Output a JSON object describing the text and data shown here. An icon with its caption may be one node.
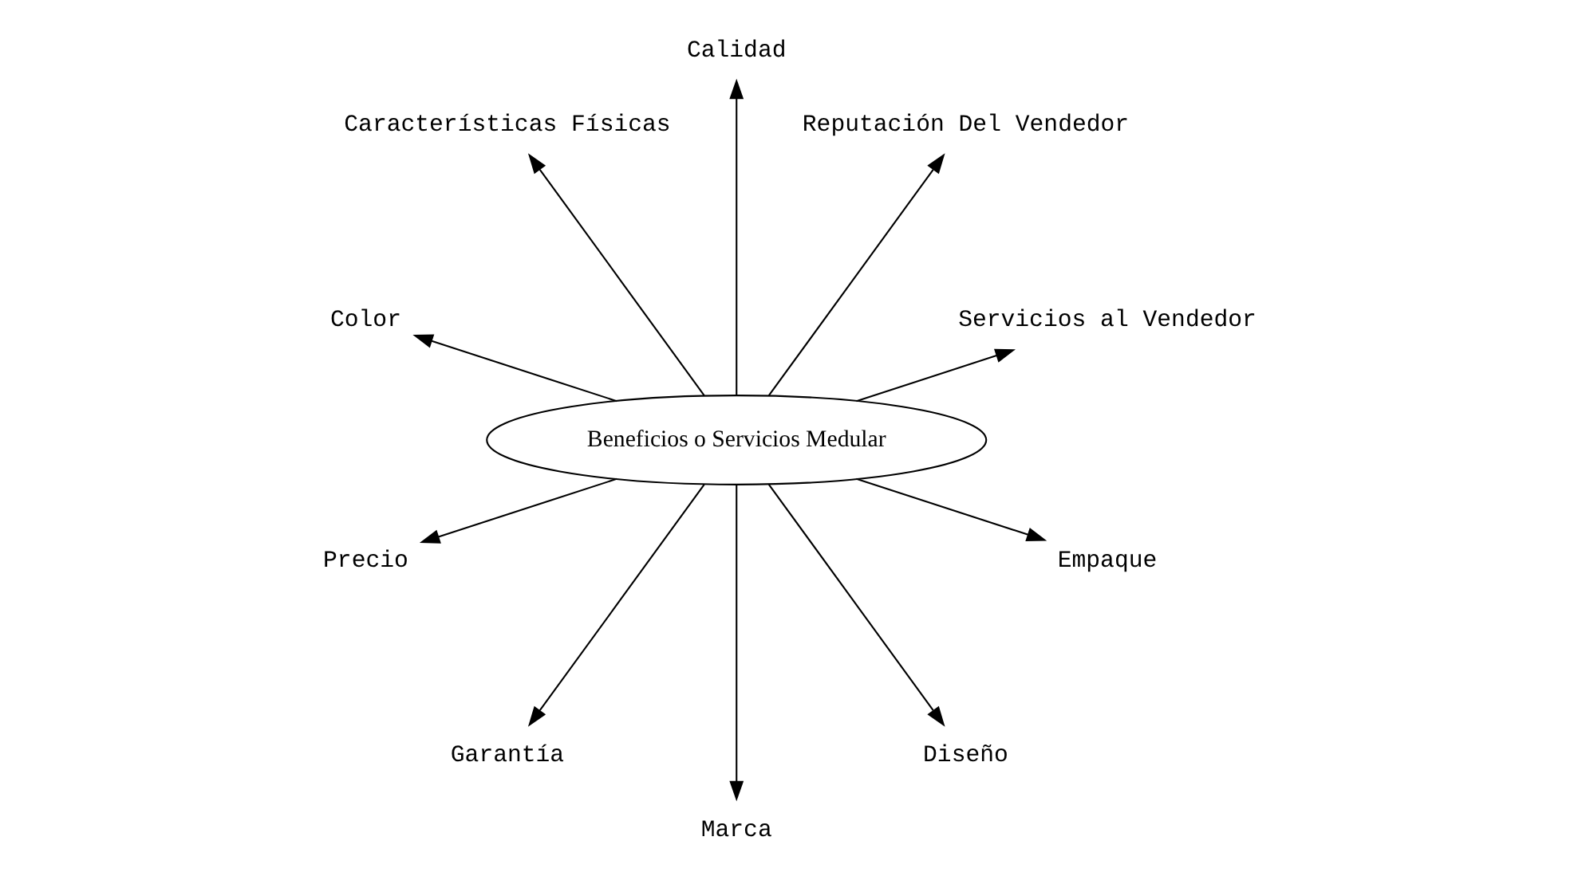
{
  "diagram": {
    "nodes": [
      {
        "text": [
          "Beneficios o Servicios Medular"
        ]
      },
      {
        "text": [
          "Servicios al Vendedor"
        ]
      },
      {
        "text": [
          "Reputación Del Vendedor"
        ]
      },
      {
        "text": [
          "Calidad"
        ]
      },
      {
        "text": [
          "Características Físicas"
        ]
      },
      {
        "text": [
          "Color"
        ]
      },
      {
        "text": [
          "Precio"
        ]
      },
      {
        "text": [
          "Garantía"
        ]
      },
      {
        "text": [
          "Marca"
        ]
      },
      {
        "text": [
          "Diseño"
        ]
      },
      {
        "text": [
          "Empaque"
        ]
      }
    ],
    "edges": [
      {
        "from": 0,
        "to": 1,
        "arrow": "to"
      },
      {
        "from": 0,
        "to": 2,
        "arrow": "to"
      },
      {
        "from": 0,
        "to": 3,
        "arrow": "to"
      },
      {
        "from": 0,
        "to": 4,
        "arrow": "to"
      },
      {
        "from": 0,
        "to": 5,
        "arrow": "to"
      },
      {
        "from": 0,
        "to": 6,
        "arrow": "to"
      },
      {
        "from": 0,
        "to": 7,
        "arrow": "to"
      },
      {
        "from": 0,
        "to": 8,
        "arrow": "to"
      },
      {
        "from": 0,
        "to": 9,
        "arrow": "to"
      },
      {
        "from": 0,
        "to": 10,
        "arrow": "to"
      }
    ]
  }
}
